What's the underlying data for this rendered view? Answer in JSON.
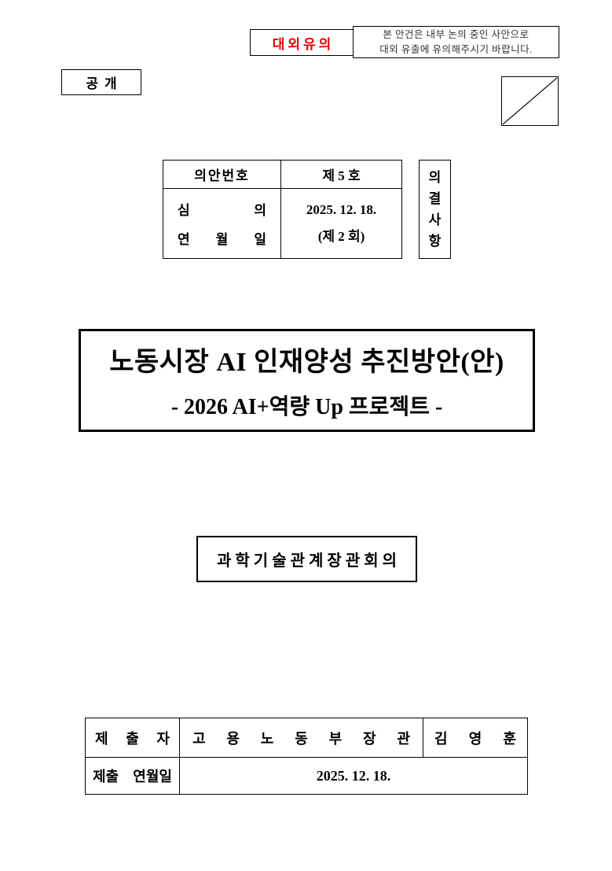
{
  "notice": {
    "label": "대외유의",
    "line1": "본 안건은 내부 논의 중인 사안으로",
    "line2": "대외 유출에 유의해주시기 바랍니다."
  },
  "public_badge": "공개",
  "agenda": {
    "no_label": "의안번호",
    "no_value": "제 5 호",
    "review_label_line1": "심 의",
    "review_label_line2": "연 월 일",
    "review_date": "2025. 12. 18.",
    "review_session": "(제 2 회)"
  },
  "side_label": {
    "text": "의결사항",
    "chars": [
      "의",
      "결",
      "사",
      "항"
    ]
  },
  "title": {
    "line1": "노동시장 AI 인재양성 추진방안(안)",
    "line2": "- 2026 AI+역량 Up 프로젝트 -"
  },
  "meeting_name": "과학기술관계장관회의",
  "submission": {
    "submitter_label": "제 출 자",
    "submitter_title": "고 용 노 동 부 장 관",
    "submitter_name": "김 영 훈",
    "date_label": "제출 연월일",
    "date_value": "2025. 12. 18."
  },
  "colors": {
    "caution_red": "#e60000",
    "border_black": "#000000"
  }
}
